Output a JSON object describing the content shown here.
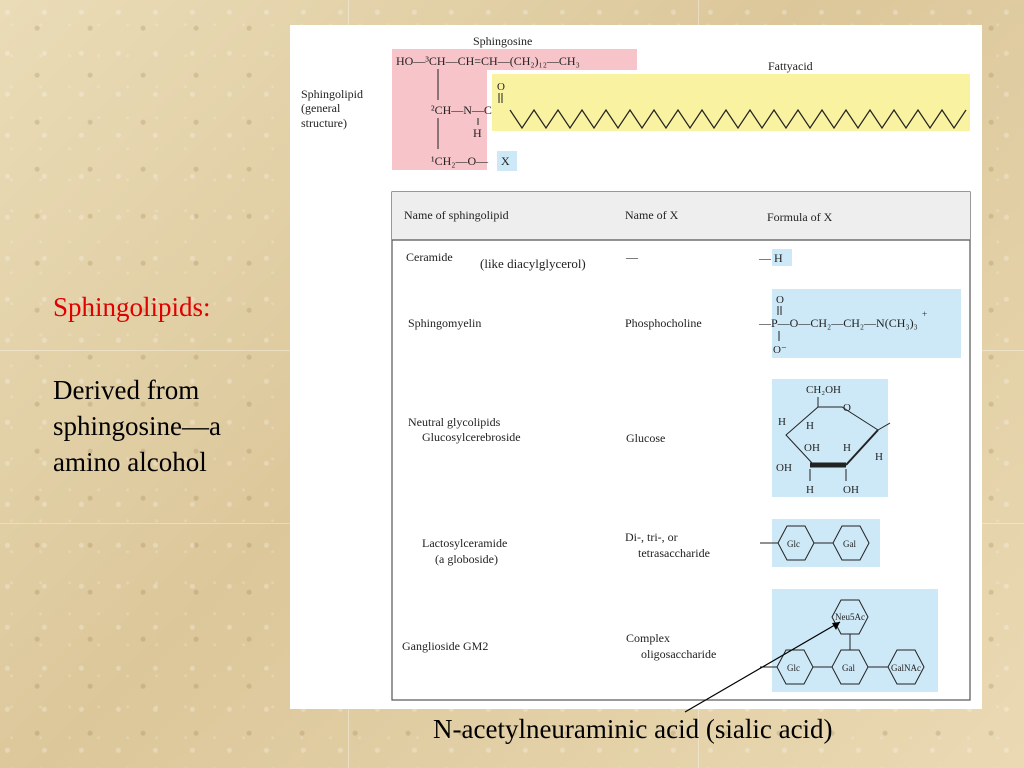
{
  "slide": {
    "title": "Sphingolipids:",
    "body": "Derived from sphingosine—a amino alcohol",
    "caption": "N-acetylneuraminic acid (sialic acid)",
    "title_color": "#e00000"
  },
  "figure": {
    "sphingosine_label": "Sphingosine",
    "fattyacid_label": "Fattyacid",
    "general_label": [
      "Sphingolipid",
      "(general",
      "structure)"
    ],
    "structure": {
      "row1": "HO—³CH—CH=CH—(CH₂)₁₂—CH₃",
      "row2": "²CH—N—C",
      "row2_o": "O",
      "row2_h": "H",
      "row3": "¹CH₂—O—",
      "x": "X"
    },
    "table": {
      "headers": [
        "Name of sphingolipid",
        "Name of X",
        "Formula of X"
      ],
      "rows": [
        {
          "name": [
            "Ceramide"
          ],
          "note": "(like diacylglycerol)",
          "x": [
            "—"
          ],
          "formula": "— H"
        },
        {
          "name": [
            "Sphingomyelin"
          ],
          "x": [
            "Phosphocholine"
          ],
          "formula": "—P—O—CH₂—CH₂—N(CH₃)₃"
        },
        {
          "name": [
            "Neutral glycolipids",
            "Glucosylcerebroside"
          ],
          "x": [
            "Glucose"
          ]
        },
        {
          "name": [
            "Lactosylceramide",
            "(a globoside)"
          ],
          "x": [
            "Di-, tri-, or",
            "tetrasaccharide"
          ]
        },
        {
          "name": [
            "Ganglioside GM2"
          ],
          "x": [
            "Complex",
            "oligosaccharide"
          ]
        }
      ]
    },
    "phospho": {
      "o_top": "O",
      "o_bottom": "O⁻",
      "plus": "+"
    },
    "glucose": {
      "ch2oh": "CH₂OH",
      "o": "O",
      "h1": "H",
      "h2": "H",
      "oh1": "OH",
      "h3": "H",
      "h4": "H",
      "oh2": "OH",
      "h5": "H",
      "oh3": "OH"
    },
    "sugars": {
      "glc": "Glc",
      "gal": "Gal",
      "galnac": "GalNAc",
      "neu5ac": "Neu5Ac"
    }
  },
  "colors": {
    "sphingosine_box": "#f6c4c9",
    "fattyacid_box": "#f8f2a1",
    "x_box": "#cde8f6",
    "header_bg": "#eeeeee"
  }
}
